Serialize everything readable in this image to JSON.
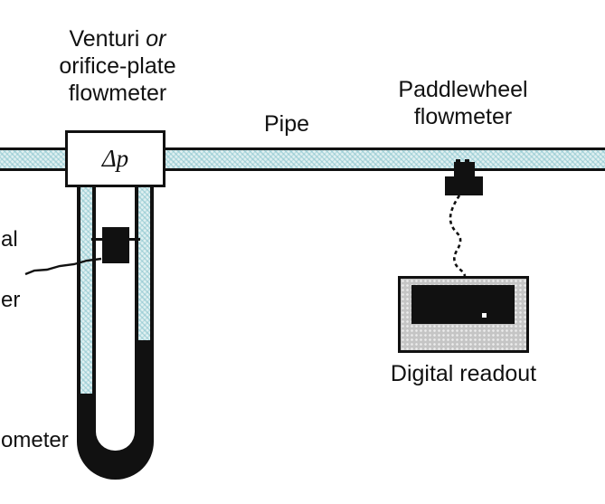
{
  "diagram": {
    "title_hint": "flow measurement devices on a pipe",
    "colors": {
      "line": "#111111",
      "pipe_fluid": "#d6edf0",
      "device_gray": "#c5c5c5",
      "gage_fluid": "#111111",
      "screen_dot": "#ffffff"
    },
    "labels": {
      "venturi": {
        "line1_regular": "Venturi ",
        "line1_italic": "or",
        "line2": "orifice-plate",
        "line3": "flowmeter"
      },
      "pipe": "Pipe",
      "paddlewheel": {
        "line1": "Paddlewheel",
        "line2": "flowmeter"
      },
      "dp": "Δp",
      "digital_readout": "Digital readout",
      "left_fragment_1": "al",
      "left_fragment_2": "er",
      "left_fragment_3": "ometer"
    }
  }
}
